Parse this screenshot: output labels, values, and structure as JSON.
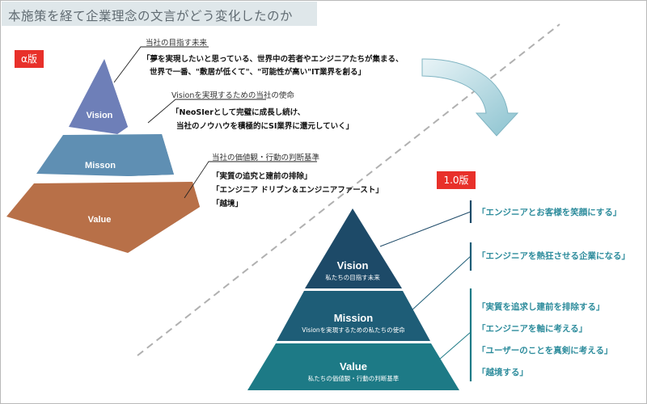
{
  "title": "本施策を経て企業理念の文言がどう変化したのか",
  "alpha": {
    "badge": "α版",
    "layers": {
      "vision": "Vision",
      "mission": "Misson",
      "value": "Value"
    },
    "vision_ann": {
      "label": "当社の目指す未来",
      "lines": [
        "「夢を実現したいと思っている、世界中の若者やエンジニアたちが集まる、",
        "世界で一番、\"敷居が低くて\"、\"可能性が高い\"IT業界を創る」"
      ]
    },
    "mission_ann": {
      "label": "Visionを実現するための当社の使命",
      "lines": [
        "「NeoSIerとして完璧に成長し続け、",
        "当社のノウハウを積極的にSI業界に還元していく」"
      ]
    },
    "value_ann": {
      "label": "当社の価値観・行動の判断基準",
      "lines": [
        "「実質の追究と建前の排除」",
        "「エンジニア ドリブン＆エンジニアファースト」",
        "「越境」"
      ]
    }
  },
  "v1": {
    "badge": "1.0版",
    "layers": {
      "vision": {
        "title": "Vision",
        "sub": "私たちの目指す未来"
      },
      "mission": {
        "title": "Mission",
        "sub": "Visionを実現するための私たちの使命"
      },
      "value": {
        "title": "Value",
        "sub": "私たちの価値観・行動の判断基準"
      }
    },
    "vision_items": [
      "「エンジニアとお客様を笑顔にする」"
    ],
    "mission_items": [
      "「エンジニアを熱狂させる企業になる」"
    ],
    "value_items": [
      "「実質を追求し建前を排除する」",
      "「エンジニアを軸に考える」",
      "「ユーザーのことを真剣に考える」",
      "「越境する」"
    ]
  },
  "colors": {
    "alpha_vision": "#6e7fb8",
    "alpha_mission": "#5f8fb3",
    "alpha_value": "#b87048",
    "v1_vision": "#1d4a68",
    "v1_mission": "#1e5d77",
    "v1_value": "#1d7a86",
    "accent_red": "#e8302a",
    "teal_text": "#2d8c9c"
  }
}
